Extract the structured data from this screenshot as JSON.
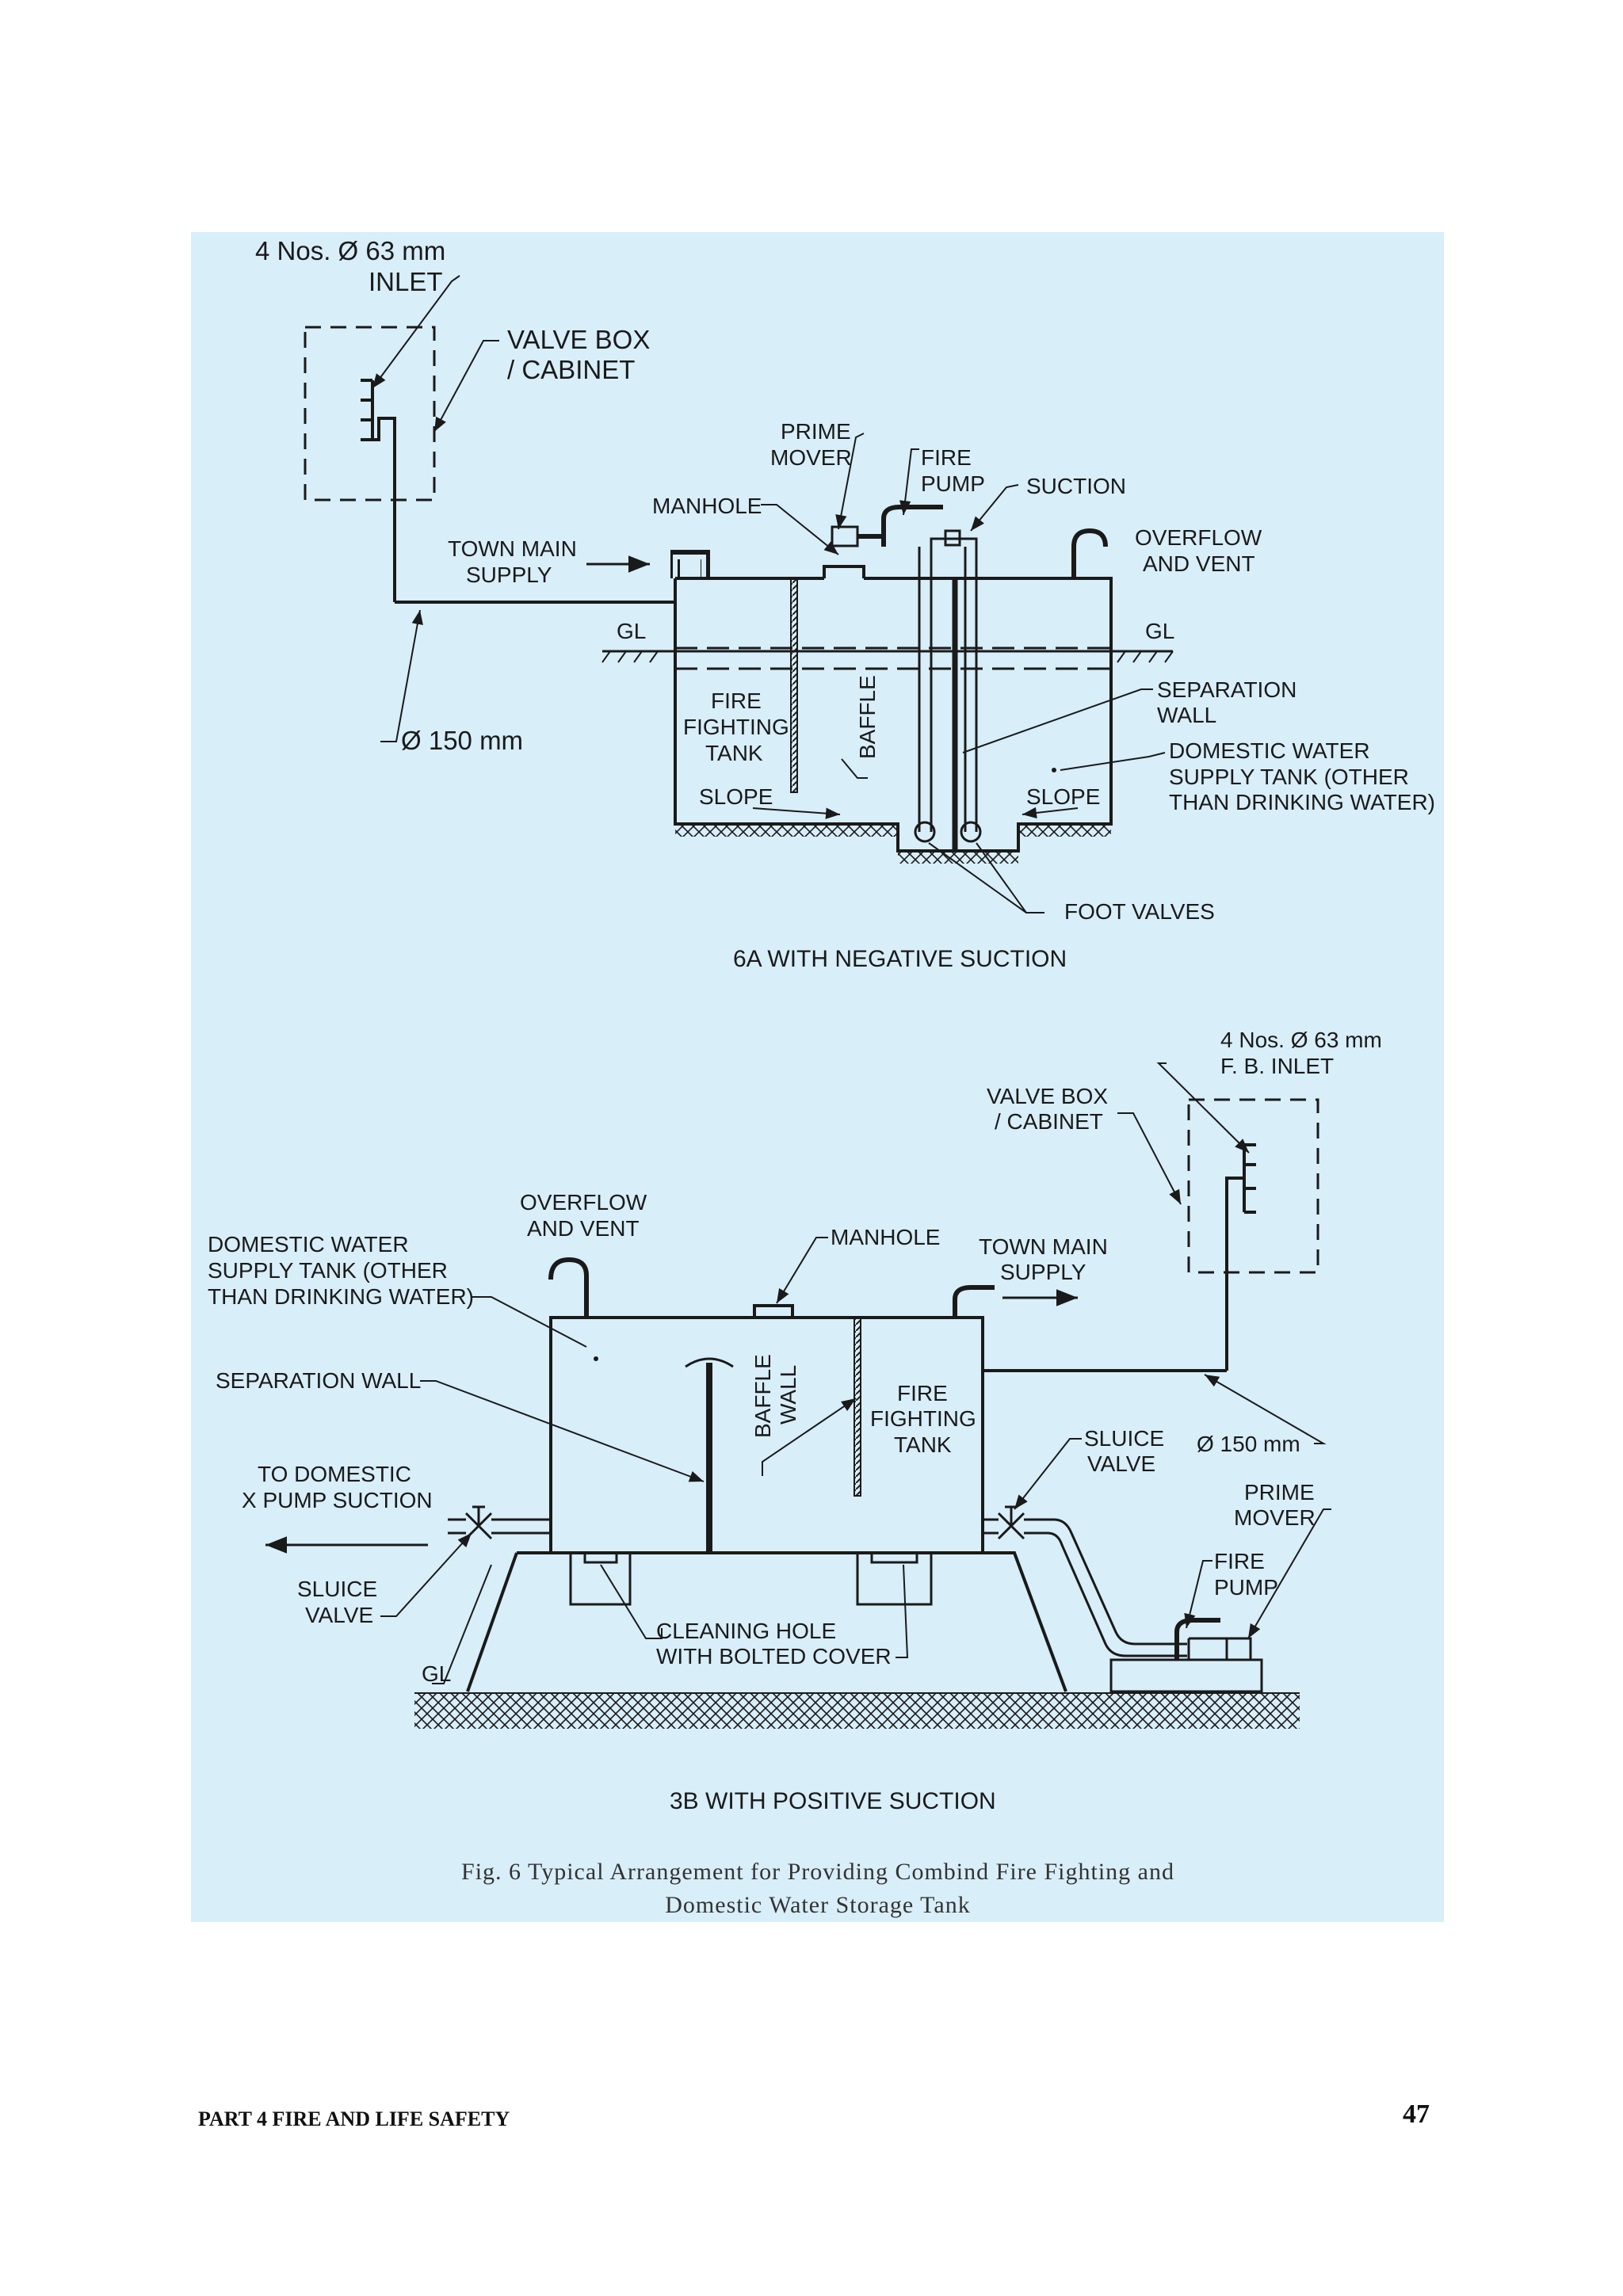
{
  "diagram_a": {
    "inlet_spec": "4 Nos. Ø 63 mm",
    "inlet_label": "INLET",
    "valve_box_1": "VALVE BOX",
    "valve_box_2": "/ CABINET",
    "prime_mover_1": "PRIME",
    "prime_mover_2": "MOVER",
    "fire_pump_1": "FIRE",
    "fire_pump_2": "PUMP",
    "suction": "SUCTION",
    "manhole": "MANHOLE",
    "town_main_1": "TOWN MAIN",
    "town_main_2": "SUPPLY",
    "overflow_1": "OVERFLOW",
    "overflow_2": "AND VENT",
    "gl_left": "GL",
    "gl_right": "GL",
    "separation_1": "SEPARATION",
    "separation_2": "WALL",
    "fire_tank_1": "FIRE",
    "fire_tank_2": "FIGHTING",
    "fire_tank_3": "TANK",
    "baffle": "BAFFLE",
    "pipe_dia": "Ø 150 mm",
    "domestic_1": "DOMESTIC WATER",
    "domestic_2": "SUPPLY TANK (OTHER",
    "domestic_3": "THAN DRINKING WATER)",
    "slope_left": "SLOPE",
    "slope_right": "SLOPE",
    "foot_valves": "FOOT VALVES",
    "title": "6A WITH NEGATIVE SUCTION"
  },
  "diagram_b": {
    "inlet_spec": "4 Nos. Ø 63 mm",
    "inlet_label": "F. B. INLET",
    "valve_box_1": "VALVE BOX",
    "valve_box_2": "/ CABINET",
    "overflow_1": "OVERFLOW",
    "overflow_2": "AND VENT",
    "manhole": "MANHOLE",
    "town_main_1": "TOWN MAIN",
    "town_main_2": "SUPPLY",
    "domestic_1": "DOMESTIC WATER",
    "domestic_2": "SUPPLY TANK (OTHER",
    "domestic_3": "THAN DRINKING WATER)",
    "separation": "SEPARATION WALL",
    "baffle_1": "BAFFLE",
    "baffle_2": "WALL",
    "fire_tank_1": "FIRE",
    "fire_tank_2": "FIGHTING",
    "fire_tank_3": "TANK",
    "sluice_right_1": "SLUICE",
    "sluice_right_2": "VALVE",
    "pipe_dia": "Ø 150 mm",
    "to_domestic_1": "TO DOMESTIC",
    "to_domestic_2": "X PUMP SUCTION",
    "prime_mover_1": "PRIME",
    "prime_mover_2": "MOVER",
    "fire_pump_1": "FIRE",
    "fire_pump_2": "PUMP",
    "sluice_left_1": "SLUICE",
    "sluice_left_2": "VALVE",
    "cleaning_1": "CLEANING HOLE",
    "cleaning_2": "WITH BOLTED COVER",
    "gl": "GL",
    "title": "3B WITH POSITIVE SUCTION"
  },
  "caption": {
    "line1": "Fig. 6 Typical Arrangement for Providing Combind Fire Fighting and",
    "line2": "Domestic Water Storage Tank"
  },
  "footer": {
    "section": "PART 4  FIRE AND LIFE SAFETY",
    "page_number": "47"
  },
  "colors": {
    "panel": "#d8eef9",
    "ink": "#1a1a1a"
  }
}
